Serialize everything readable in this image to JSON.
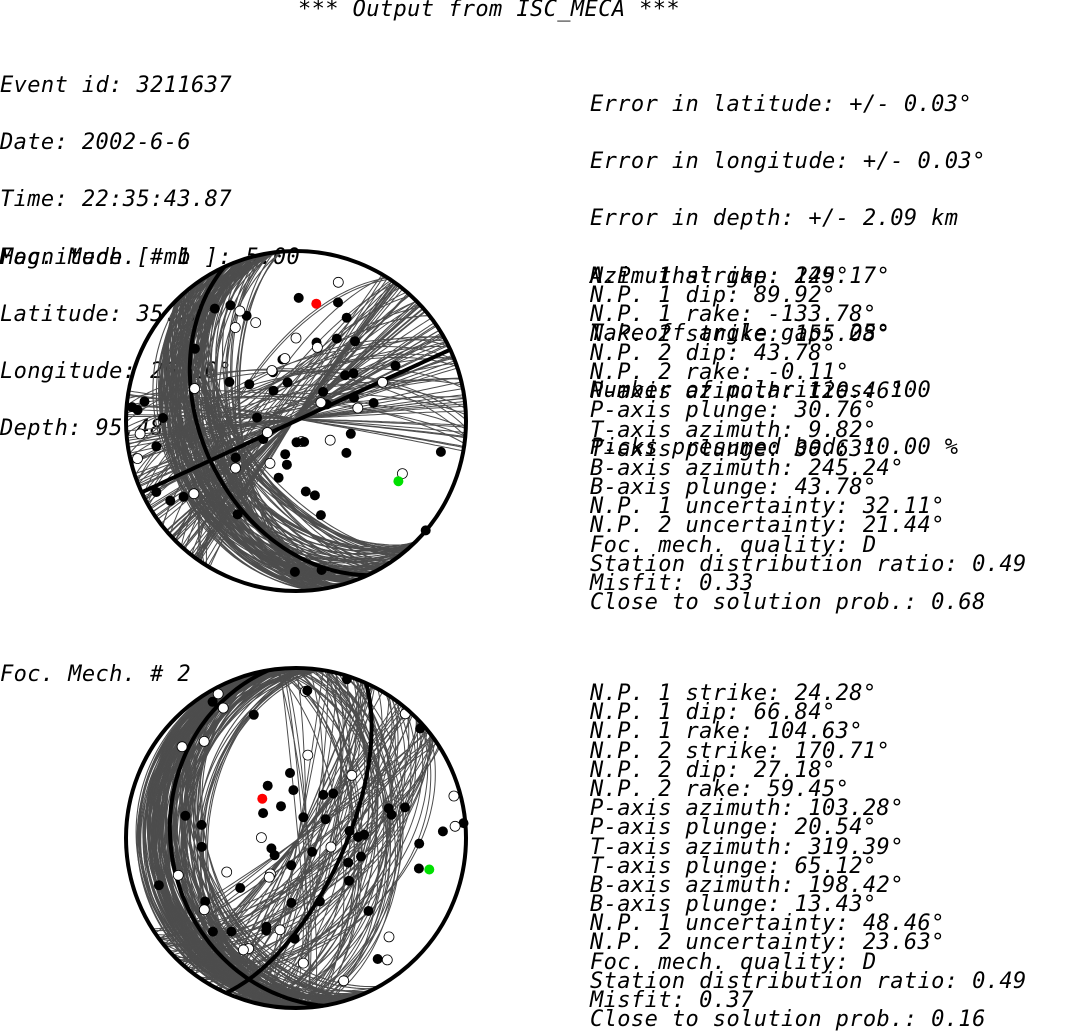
{
  "title": "*** Output from ISC_MECA ***",
  "event": {
    "id_line": "Event id: 3211637",
    "date_line": "Date: 2002-6-6",
    "time_line": "Time: 22:35:43.87",
    "magnitude_line": "Magnitude [ mb ]: 5.00",
    "latitude_line": "Latitude: 35.72°",
    "longitude_line": "Longitude: 26.10°",
    "depth_line": "Depth: 95.48 km"
  },
  "errors": {
    "lat_line": "Error in latitude: +/- 0.03°",
    "lon_line": "Error in longitude: +/- 0.03°",
    "depth_line": "Error in depth: +/- 2.09 km",
    "azgap_line": "Azimuthal gap: 129°",
    "takeoff_line": "Takeoff angle gap: 25°",
    "npol_line": "Number of polarities: 100",
    "bad_line": "Picks presumed bad: 10.00 %"
  },
  "mechanisms": [
    {
      "title": "Foc. Mech. # 1",
      "np1_strike": 245.17,
      "np1_dip": 89.92,
      "np2_strike": 155.08,
      "np2_dip": 43.78,
      "p_azimuth": 120.46,
      "p_plunge": 30.76,
      "t_azimuth": 9.82,
      "t_plunge": 30.63,
      "lines": [
        "N.P. 1 strike: 245.17°",
        "N.P. 1 dip: 89.92°",
        "N.P. 1 rake: -133.78°",
        "N.P. 2 strike: 155.08°",
        "N.P. 2 dip: 43.78°",
        "N.P. 2 rake: -0.11°",
        "P-axis azimuth: 120.46°",
        "P-axis plunge: 30.76°",
        "T-axis azimuth: 9.82°",
        "T-axis plunge: 30.63°",
        "B-axis azimuth: 245.24°",
        "B-axis plunge: 43.78°",
        "N.P. 1 uncertainty: 32.11°",
        "N.P. 2 uncertainty: 21.44°",
        "Foc. mech. quality: D",
        "Station distribution ratio: 0.49",
        "Misfit: 0.33",
        "Close to solution prob.: 0.68"
      ]
    },
    {
      "title": "Foc. Mech. # 2",
      "np1_strike": 24.28,
      "np1_dip": 66.84,
      "np2_strike": 170.71,
      "np2_dip": 27.18,
      "p_azimuth": 103.28,
      "p_plunge": 20.54,
      "t_azimuth": 319.39,
      "t_plunge": 65.12,
      "lines": [
        "N.P. 1 strike: 24.28°",
        "N.P. 1 dip: 66.84°",
        "N.P. 1 rake: 104.63°",
        "N.P. 2 strike: 170.71°",
        "N.P. 2 dip: 27.18°",
        "N.P. 2 rake: 59.45°",
        "P-axis azimuth: 103.28°",
        "P-axis plunge: 20.54°",
        "T-axis azimuth: 319.39°",
        "T-axis plunge: 65.12°",
        "B-axis azimuth: 198.42°",
        "B-axis plunge: 13.43°",
        "N.P. 1 uncertainty: 48.46°",
        "N.P. 2 uncertainty: 23.63°",
        "Foc. mech. quality: D",
        "Station distribution ratio: 0.49",
        "Misfit: 0.37",
        "Close to solution prob.: 0.16"
      ]
    }
  ],
  "colors": {
    "outline": "#000000",
    "uncertainty_curves": "#4d4d4d",
    "p_axis": "#00e000",
    "t_axis": "#ff0000",
    "compression": "#000000",
    "dilatation": "#ffffff"
  }
}
